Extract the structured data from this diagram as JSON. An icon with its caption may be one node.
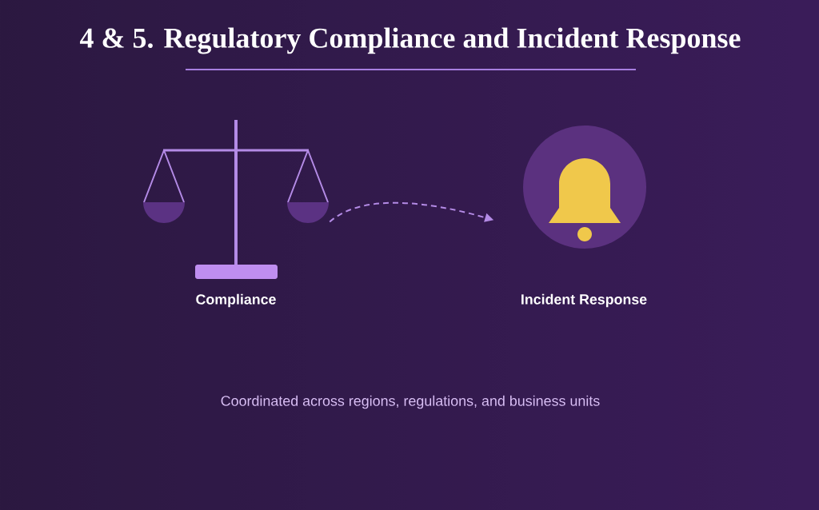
{
  "diagram": {
    "title": "4 & 5. Regulatory Compliance and Incident Response",
    "nodes": [
      {
        "text": [],
        "shape": "picture",
        "beside": [
          "Compliance"
        ]
      },
      {
        "text": [],
        "shape": "circle",
        "beside": [
          "Incident Response"
        ]
      }
    ],
    "edges": [
      {
        "from": 0,
        "to": 1,
        "arrow": "to",
        "style": "dashed"
      }
    ],
    "labels": [
      "Coordinated across regions, regulations, and business units"
    ]
  }
}
